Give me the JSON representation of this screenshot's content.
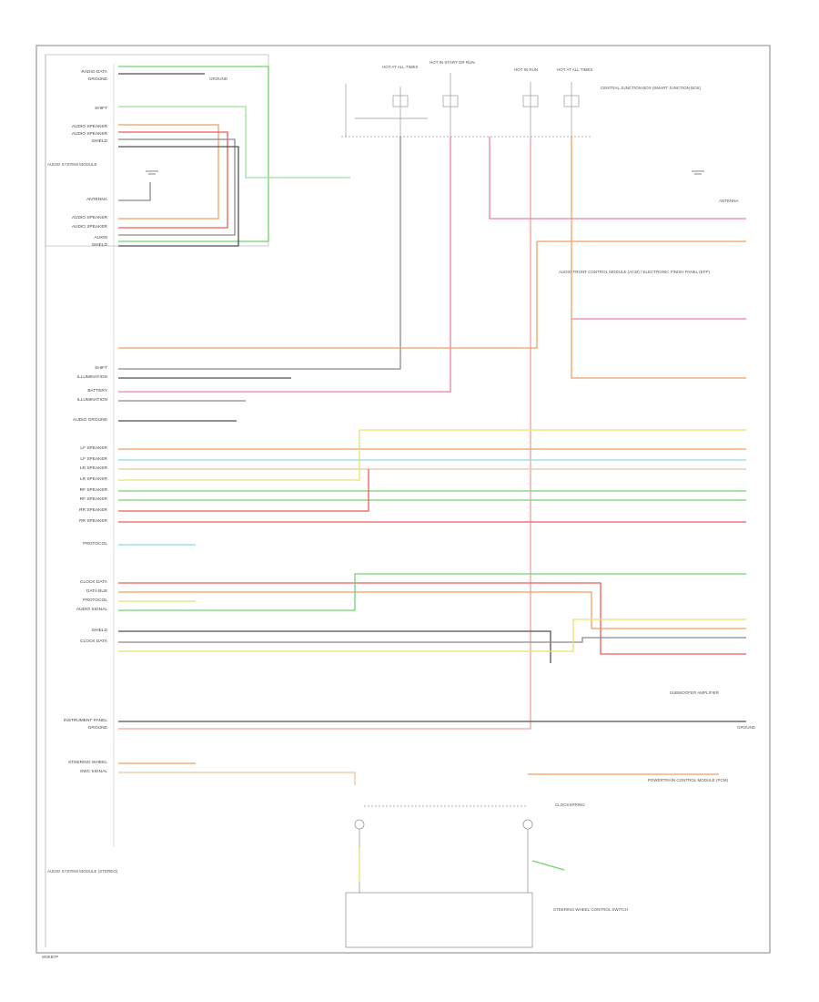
{
  "diagram": {
    "footer_code": "W0KB7P",
    "left_labels": [
      "RADIO DATA",
      "GROUND",
      "SHIFT",
      "AUDIO SPEAKER",
      "AUDIO SPEAKER",
      "SHIELD",
      "ANTENNA",
      "AUDIO SPEAKER",
      "AUDIO SPEAKER",
      "AUXIN",
      "SHIELD",
      "SHIFT",
      "ILLUMINATION",
      "BATTERY",
      "ILLUMINATION",
      "AUDIO GROUND",
      "LF SPEAKER",
      "LF SPEAKER",
      "LR SPEAKER",
      "LR SPEAKER",
      "RF SPEAKER",
      "RF SPEAKER",
      "RR SPEAKER",
      "RR SPEAKER",
      "PROTOCOL",
      "CLOCK DATA",
      "DATA BUS",
      "PROTOCOL",
      "AUDIO SIGNAL",
      "SHIELD",
      "CLOCK DATA",
      "INSTRUMENT PANEL",
      "GROUND",
      "STEERING WHEEL",
      "SWC SIGNAL"
    ],
    "left_caption": "AUDIO SYSTEM MODULE",
    "bottom_left_caption": "AUDIO SYSTEM MODULE (STEREO)",
    "top_components": [
      "HOT AT ALL TIMES",
      "HOT IN START OR RUN",
      "HOT IN RUN",
      "HOT AT ALL TIMES"
    ],
    "top_right_caption": "CENTRAL JUNCTION BOX (SMART JUNCTION BOX)",
    "right_caption_top": "ANTENNA",
    "right_caption_mid": "AUDIO FRONT CONTROL MODULE (ACM) / ELECTRONIC FINISH PANEL (EFP)",
    "right_caption_amp": "SUBWOOFER AMPLIFIER",
    "right_caption_ground": "GROUND",
    "bottom_center_caption": "STEERING WHEEL CONTROL SWITCH",
    "bottom_right_caption": "POWERTRAIN CONTROL MODULE (PCM)",
    "clockspring_label": "CLOCKSPRING",
    "ground_label": "GROUND",
    "colors": {
      "green": "#6fd46f",
      "light_green": "#9fe09f",
      "orange": "#f0a060",
      "red": "#ee5a5a",
      "pink": "#f080a0",
      "gray": "#8a8a8a",
      "dark_gray": "#505050",
      "yellow": "#e8e070",
      "cyan": "#8fd8e8",
      "tan": "#e8c8a0",
      "light_red": "#f4a0a0",
      "frame": "#9a9a9a"
    }
  }
}
